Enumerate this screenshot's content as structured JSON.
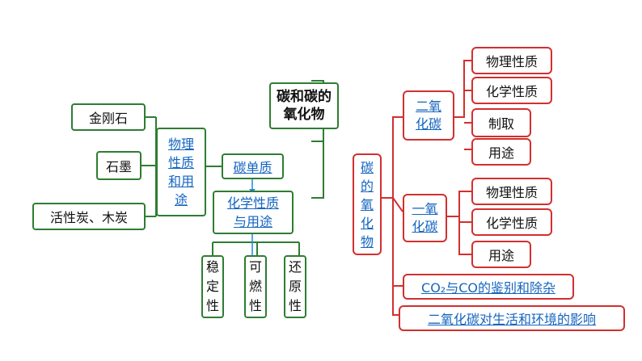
{
  "colors": {
    "green": "#2e7d32",
    "red": "#d32f2f",
    "blue": "#1565c0",
    "connector_blue": "#1e88e5"
  },
  "title": "碳和碳的\n氧化物",
  "left": {
    "center": "碳单质",
    "physical": "物理\n性质\n和用\n途",
    "chemical": "化学性质\n与用途",
    "leaves": [
      "金刚石",
      "石墨",
      "活性炭、木炭"
    ],
    "chem_props": [
      "稳\n定\n性",
      "可\n燃\n性",
      "还\n原\n性"
    ]
  },
  "right": {
    "center": "碳\n的\n氧\n化\n物",
    "co2": {
      "label": "二氧\n化碳",
      "items": [
        "物理性质",
        "化学性质",
        "制取",
        "用途"
      ]
    },
    "co": {
      "label": "一氧\n化碳",
      "items": [
        "物理性质",
        "化学性质",
        "用途"
      ]
    },
    "compare": "CO₂与CO的鉴别和除杂",
    "impact": "二氧化碳对生活和环境的影响"
  }
}
